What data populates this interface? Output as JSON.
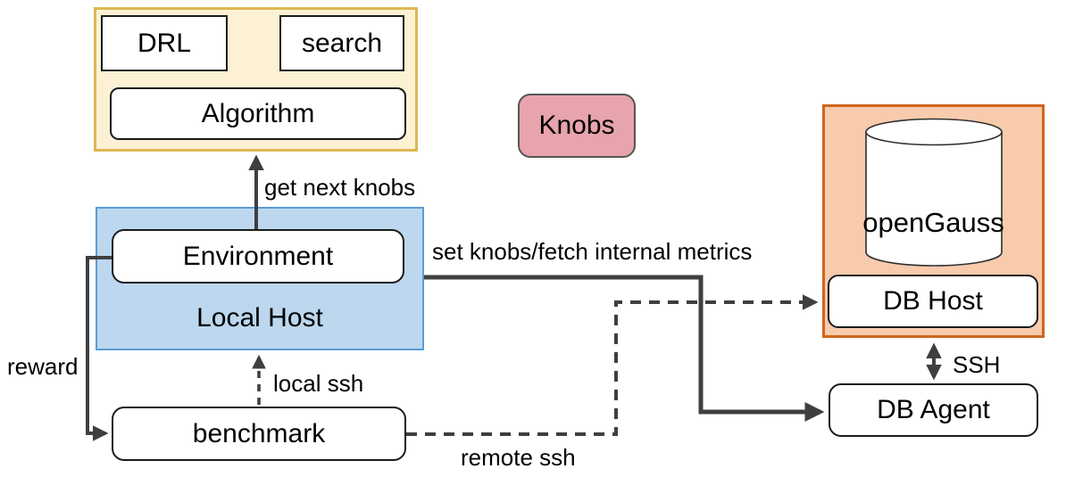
{
  "diagram": {
    "nodes": {
      "drl": "DRL",
      "search": "search",
      "algorithm": "Algorithm",
      "knobs": "Knobs",
      "environment": "Environment",
      "local_host": "Local Host",
      "benchmark": "benchmark",
      "opengauss": "openGauss",
      "db_host": "DB Host",
      "db_agent": "DB Agent"
    },
    "edges": {
      "get_next_knobs": "get next knobs",
      "reward": "reward",
      "local_ssh": "local ssh",
      "set_knobs_fetch_metrics": "set knobs/fetch internal metrics",
      "remote_ssh": "remote ssh",
      "ssh": "SSH"
    },
    "colors": {
      "algorithm_fill": "#FCF2D3",
      "algorithm_border": "#DDB753",
      "local_host_fill": "#BDD7EE",
      "local_host_border": "#5B9BD5",
      "db_fill": "#F8CBAD",
      "db_border": "#CE661E",
      "knobs_fill": "#E8A4AC",
      "knobs_border": "#565656",
      "arrow": "#3F3F3F"
    }
  }
}
